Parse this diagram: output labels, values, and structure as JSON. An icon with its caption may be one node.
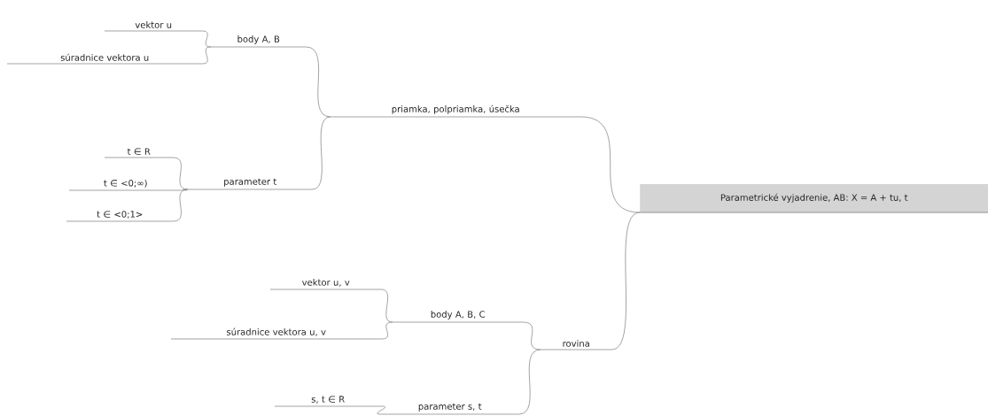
{
  "diagram": {
    "nodes": [
      {
        "text": [
          "Parametrické vyjadrenie, AB: X = A + tu, t"
        ]
      },
      {
        "text": [
          "priamka, polpriamka, úsečka"
        ]
      },
      {
        "text": [
          "body A, B"
        ]
      },
      {
        "text": [
          "vektor u"
        ]
      },
      {
        "text": [
          "súradnice vektora u"
        ]
      },
      {
        "text": [
          "parameter t"
        ]
      },
      {
        "text": [
          "t ∈ R"
        ]
      },
      {
        "text": [
          "t ∈ <0;∞)"
        ]
      },
      {
        "text": [
          "t ∈ <0;1>"
        ]
      },
      {
        "text": [
          "rovina"
        ]
      },
      {
        "text": [
          "body A, B, C"
        ]
      },
      {
        "text": [
          "vektor u, v"
        ]
      },
      {
        "text": [
          "súradnice vektora u, v"
        ]
      },
      {
        "text": [
          "parameter s, t"
        ]
      },
      {
        "text": [
          "s, t ∈ R"
        ]
      }
    ],
    "edges": [
      {
        "from": 0,
        "to": 1,
        "arrow": "none"
      },
      {
        "from": 1,
        "to": 2,
        "arrow": "none"
      },
      {
        "from": 2,
        "to": 3,
        "arrow": "none"
      },
      {
        "from": 2,
        "to": 4,
        "arrow": "none"
      },
      {
        "from": 1,
        "to": 5,
        "arrow": "none"
      },
      {
        "from": 5,
        "to": 6,
        "arrow": "none"
      },
      {
        "from": 5,
        "to": 7,
        "arrow": "none"
      },
      {
        "from": 5,
        "to": 8,
        "arrow": "none"
      },
      {
        "from": 0,
        "to": 9,
        "arrow": "none"
      },
      {
        "from": 9,
        "to": 10,
        "arrow": "none"
      },
      {
        "from": 10,
        "to": 11,
        "arrow": "none"
      },
      {
        "from": 10,
        "to": 12,
        "arrow": "none"
      },
      {
        "from": 9,
        "to": 13,
        "arrow": "none"
      },
      {
        "from": 13,
        "to": 14,
        "arrow": "none"
      }
    ]
  }
}
